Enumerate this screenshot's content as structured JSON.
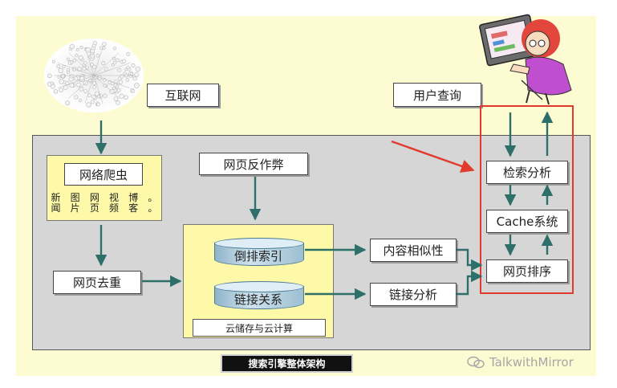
{
  "internet_label": "互联网",
  "user_query_label": "用户查询",
  "crawler": {
    "title": "网络爬虫",
    "items": [
      "新闻",
      "图片",
      "网页",
      "视频",
      "博客",
      "。。"
    ]
  },
  "anti_cheat_label": "网页反作弊",
  "dedup_label": "网页去重",
  "storage": {
    "inverted_index": "倒排索引",
    "link_relation": "链接关系",
    "label": "云储存与云计算"
  },
  "content_similarity_label": "内容相似性",
  "link_analysis_label": "链接分析",
  "search_pipeline": {
    "retrieval": "检索分析",
    "cache": "Cache系统",
    "ranking": "网页排序"
  },
  "figure_title": "搜索引擎整体架构",
  "watermark": "TalkwithMirror",
  "colors": {
    "background": "#fdfbd2",
    "panel": "#d6d6d6",
    "highlight_yellow": "#fdf9a8",
    "arrow_teal": "#2e6f6a",
    "highlight_red": "#e23a2e"
  }
}
